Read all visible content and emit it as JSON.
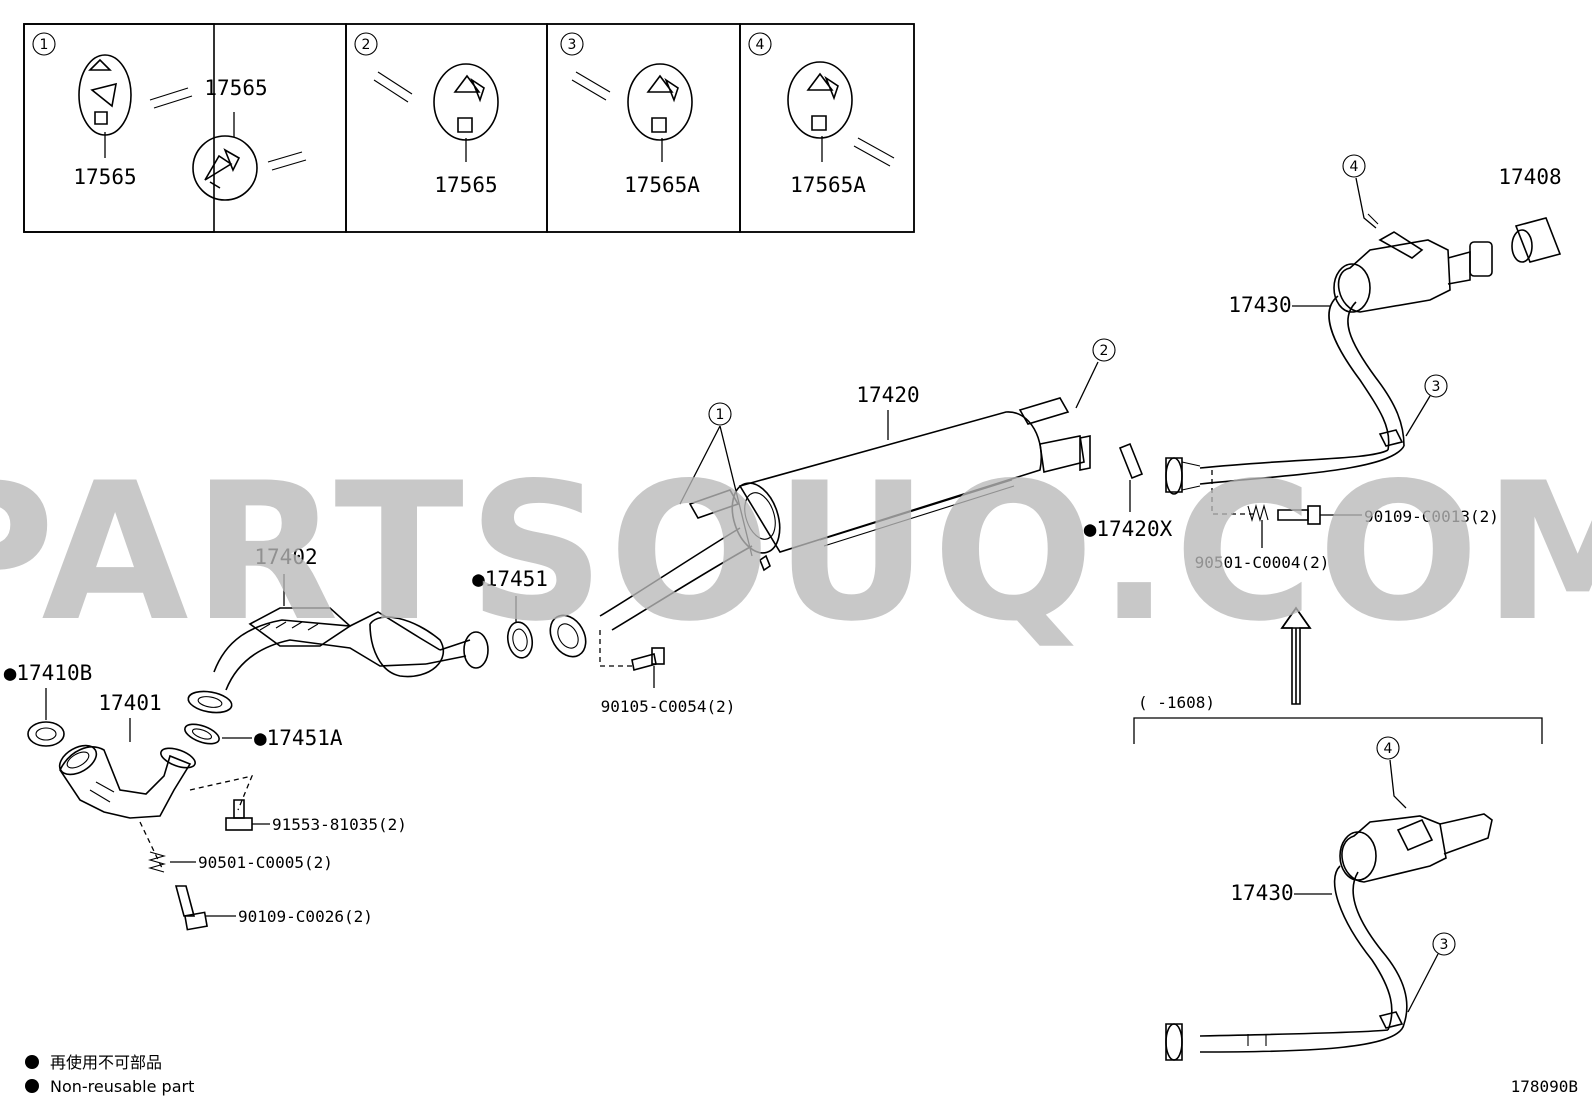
{
  "insets": [
    {
      "num": "1",
      "labels": [
        "17565",
        "17565"
      ]
    },
    {
      "num": "2",
      "labels": [
        "17565"
      ]
    },
    {
      "num": "3",
      "labels": [
        "17565A"
      ]
    },
    {
      "num": "4",
      "labels": [
        "17565A"
      ]
    }
  ],
  "parts": {
    "p17408": "17408",
    "p17430_top": "17430",
    "p17430_bottom": "17430",
    "p17420": "17420",
    "p17420X": "●17420X",
    "p17402": "17402",
    "p17451": "●17451",
    "p17451A": "●17451A",
    "p17410B": "●17410B",
    "p17401": "17401",
    "b90109_C0013": "90109-C0013(2)",
    "s90501_C0004": "90501-C0004(2)",
    "b90105_C0054": "90105-C0054(2)",
    "b91553_81035": "91553-81035(2)",
    "s90501_C0005": "90501-C0005(2)",
    "b90109_C0026": "90109-C0026(2)"
  },
  "callouts": {
    "c1": "1",
    "c2": "2",
    "c3_top": "3",
    "c4_top": "4",
    "c3_bottom": "3",
    "c4_bottom": "4"
  },
  "variant_range": "(      -1608)",
  "legend": {
    "jp": "再使用不可部品",
    "en": "Non-reusable part"
  },
  "diagram_code": "178090B",
  "watermark": "PARTSOUQ.COM"
}
